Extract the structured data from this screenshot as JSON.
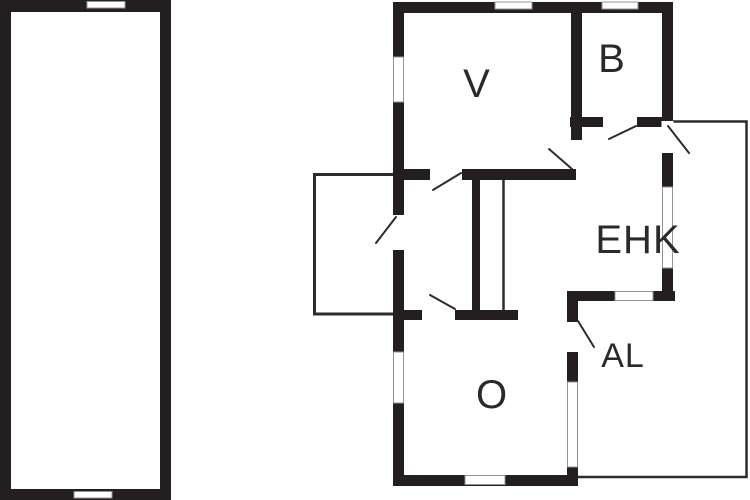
{
  "colors": {
    "wall": "#231f20",
    "line": "#2f2b2c",
    "label": "#2a2a2a",
    "window_border": "#979390",
    "background": "#ffffff"
  },
  "plan": {
    "rooms": [
      {
        "id": "v",
        "label": "V"
      },
      {
        "id": "b",
        "label": "B"
      },
      {
        "id": "ehk",
        "label": "EHK"
      },
      {
        "id": "al",
        "label": "AL"
      },
      {
        "id": "o",
        "label": "O"
      }
    ]
  }
}
